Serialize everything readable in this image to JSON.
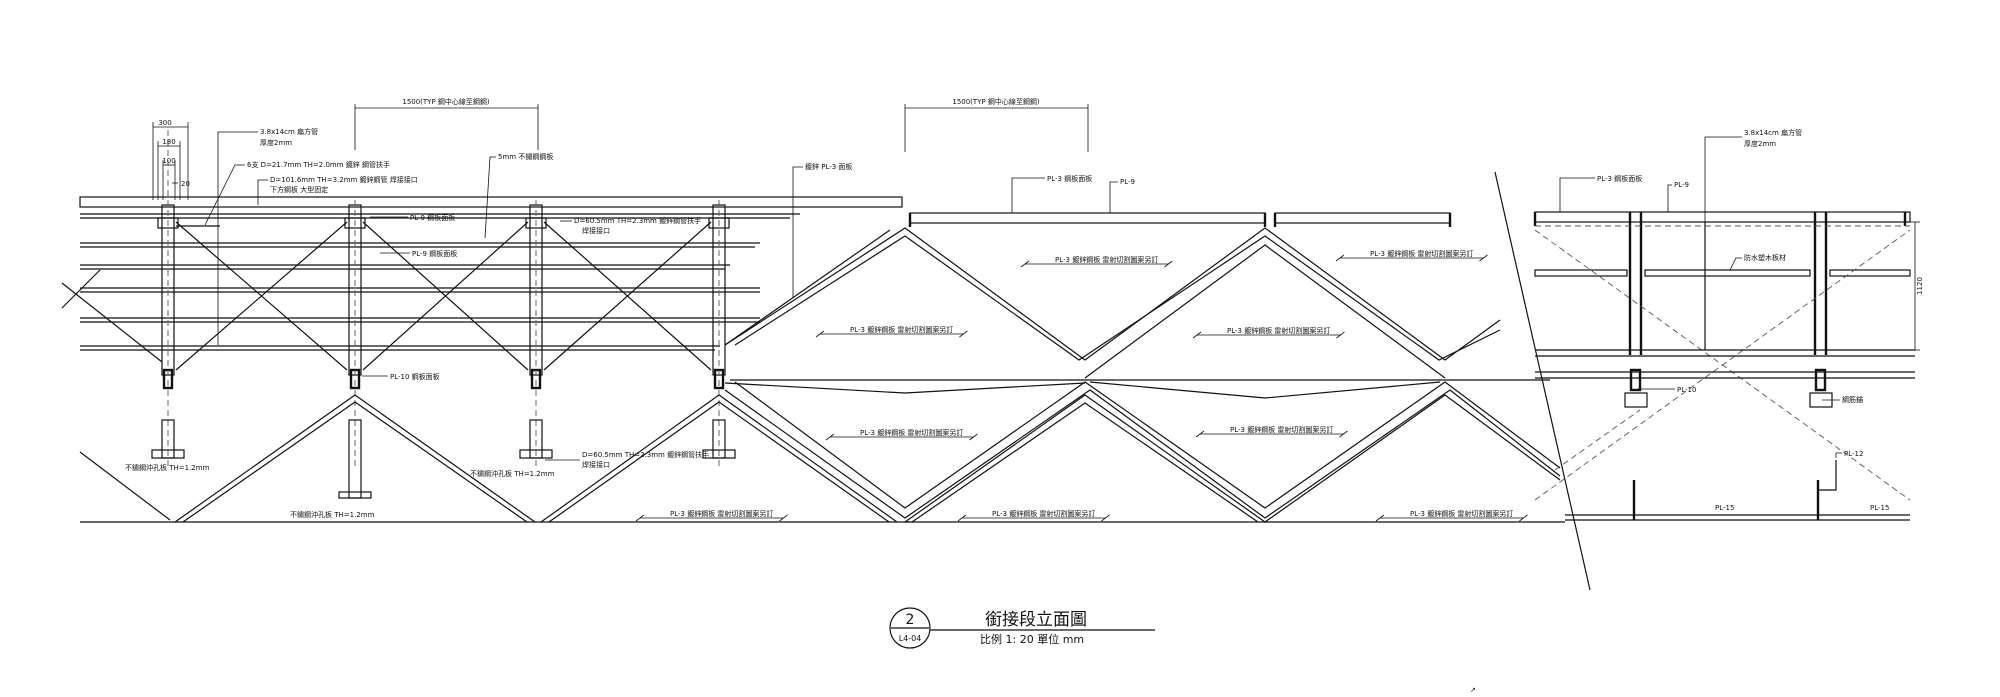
{
  "drawing": {
    "title": "銜接段立面圖",
    "scale_text": "比例 1: 20  單位 mm",
    "detail_number": "2",
    "sheet_ref": "L4-04",
    "corner_mark": "↗"
  },
  "dimensions": {
    "d300": "300",
    "d180": "180",
    "d100": "100",
    "d20": "20",
    "span_left": "1500(TYP 鋼中心線至鋼鋼)",
    "span_mid": "1500(TYP 鋼中心線至鋼鋼)",
    "height_right": "1120"
  },
  "labels": {
    "rail_spec_left": "3.8x14cm 扁方管",
    "rail_spec_left_2": "厚度2mm",
    "pipe_d217": "6支 D=21.7mm TH=2.0mm 鍍鋅 鋼管扶手",
    "pipe_d1016": "D=101.6mm TH=3.2mm 鍍鋅鋼管 焊接接口",
    "pipe_d1016_2": "下方鋼板 大型固定",
    "ss5mm": "5mm 不鏽鋼鋼板",
    "pl3_top_mid": "鍍鋅 PL-3 面板",
    "pipe_d605_top": "D=60.5mm TH=2.3mm 鍍鋅鋼管扶手",
    "pipe_d605_top_2": "焊接接口",
    "pl9_a": "PL-9 鋼板面板",
    "pl9_b": "PL-9 鋼板面板",
    "pl10": "PL-10 鋼板面板",
    "pl3_top": "PL-3 鋼板面板",
    "pl9_top": "PL-9",
    "panel_note": "PL-3 鍍鋅鋼板 雷射切割圖案另訂",
    "pipe_d605_bot": "D=60.5mm TH=2.3mm 鍍鋅鋼管扶手",
    "pipe_d605_bot_2": "焊接接口",
    "ss_holes_a": "不鏽鋼沖孔板 TH=1.2mm",
    "ss_holes_b": "不鏽鋼沖孔板 TH=1.2mm",
    "ss_holes_c": "不鏽鋼沖孔板 TH=1.2mm",
    "rail_spec_right": "3.8x14cm 扁方管",
    "rail_spec_right_2": "厚度2mm",
    "pl3_right": "PL-3 鋼板面板",
    "pl9_right": "PL-9",
    "wood_note": "防水塑木板材",
    "pl10_right": "PL-10",
    "anchor": "鋼筋錨",
    "pl12": "PL-12",
    "pl15_a": "PL-15",
    "pl15_b": "PL-15"
  }
}
